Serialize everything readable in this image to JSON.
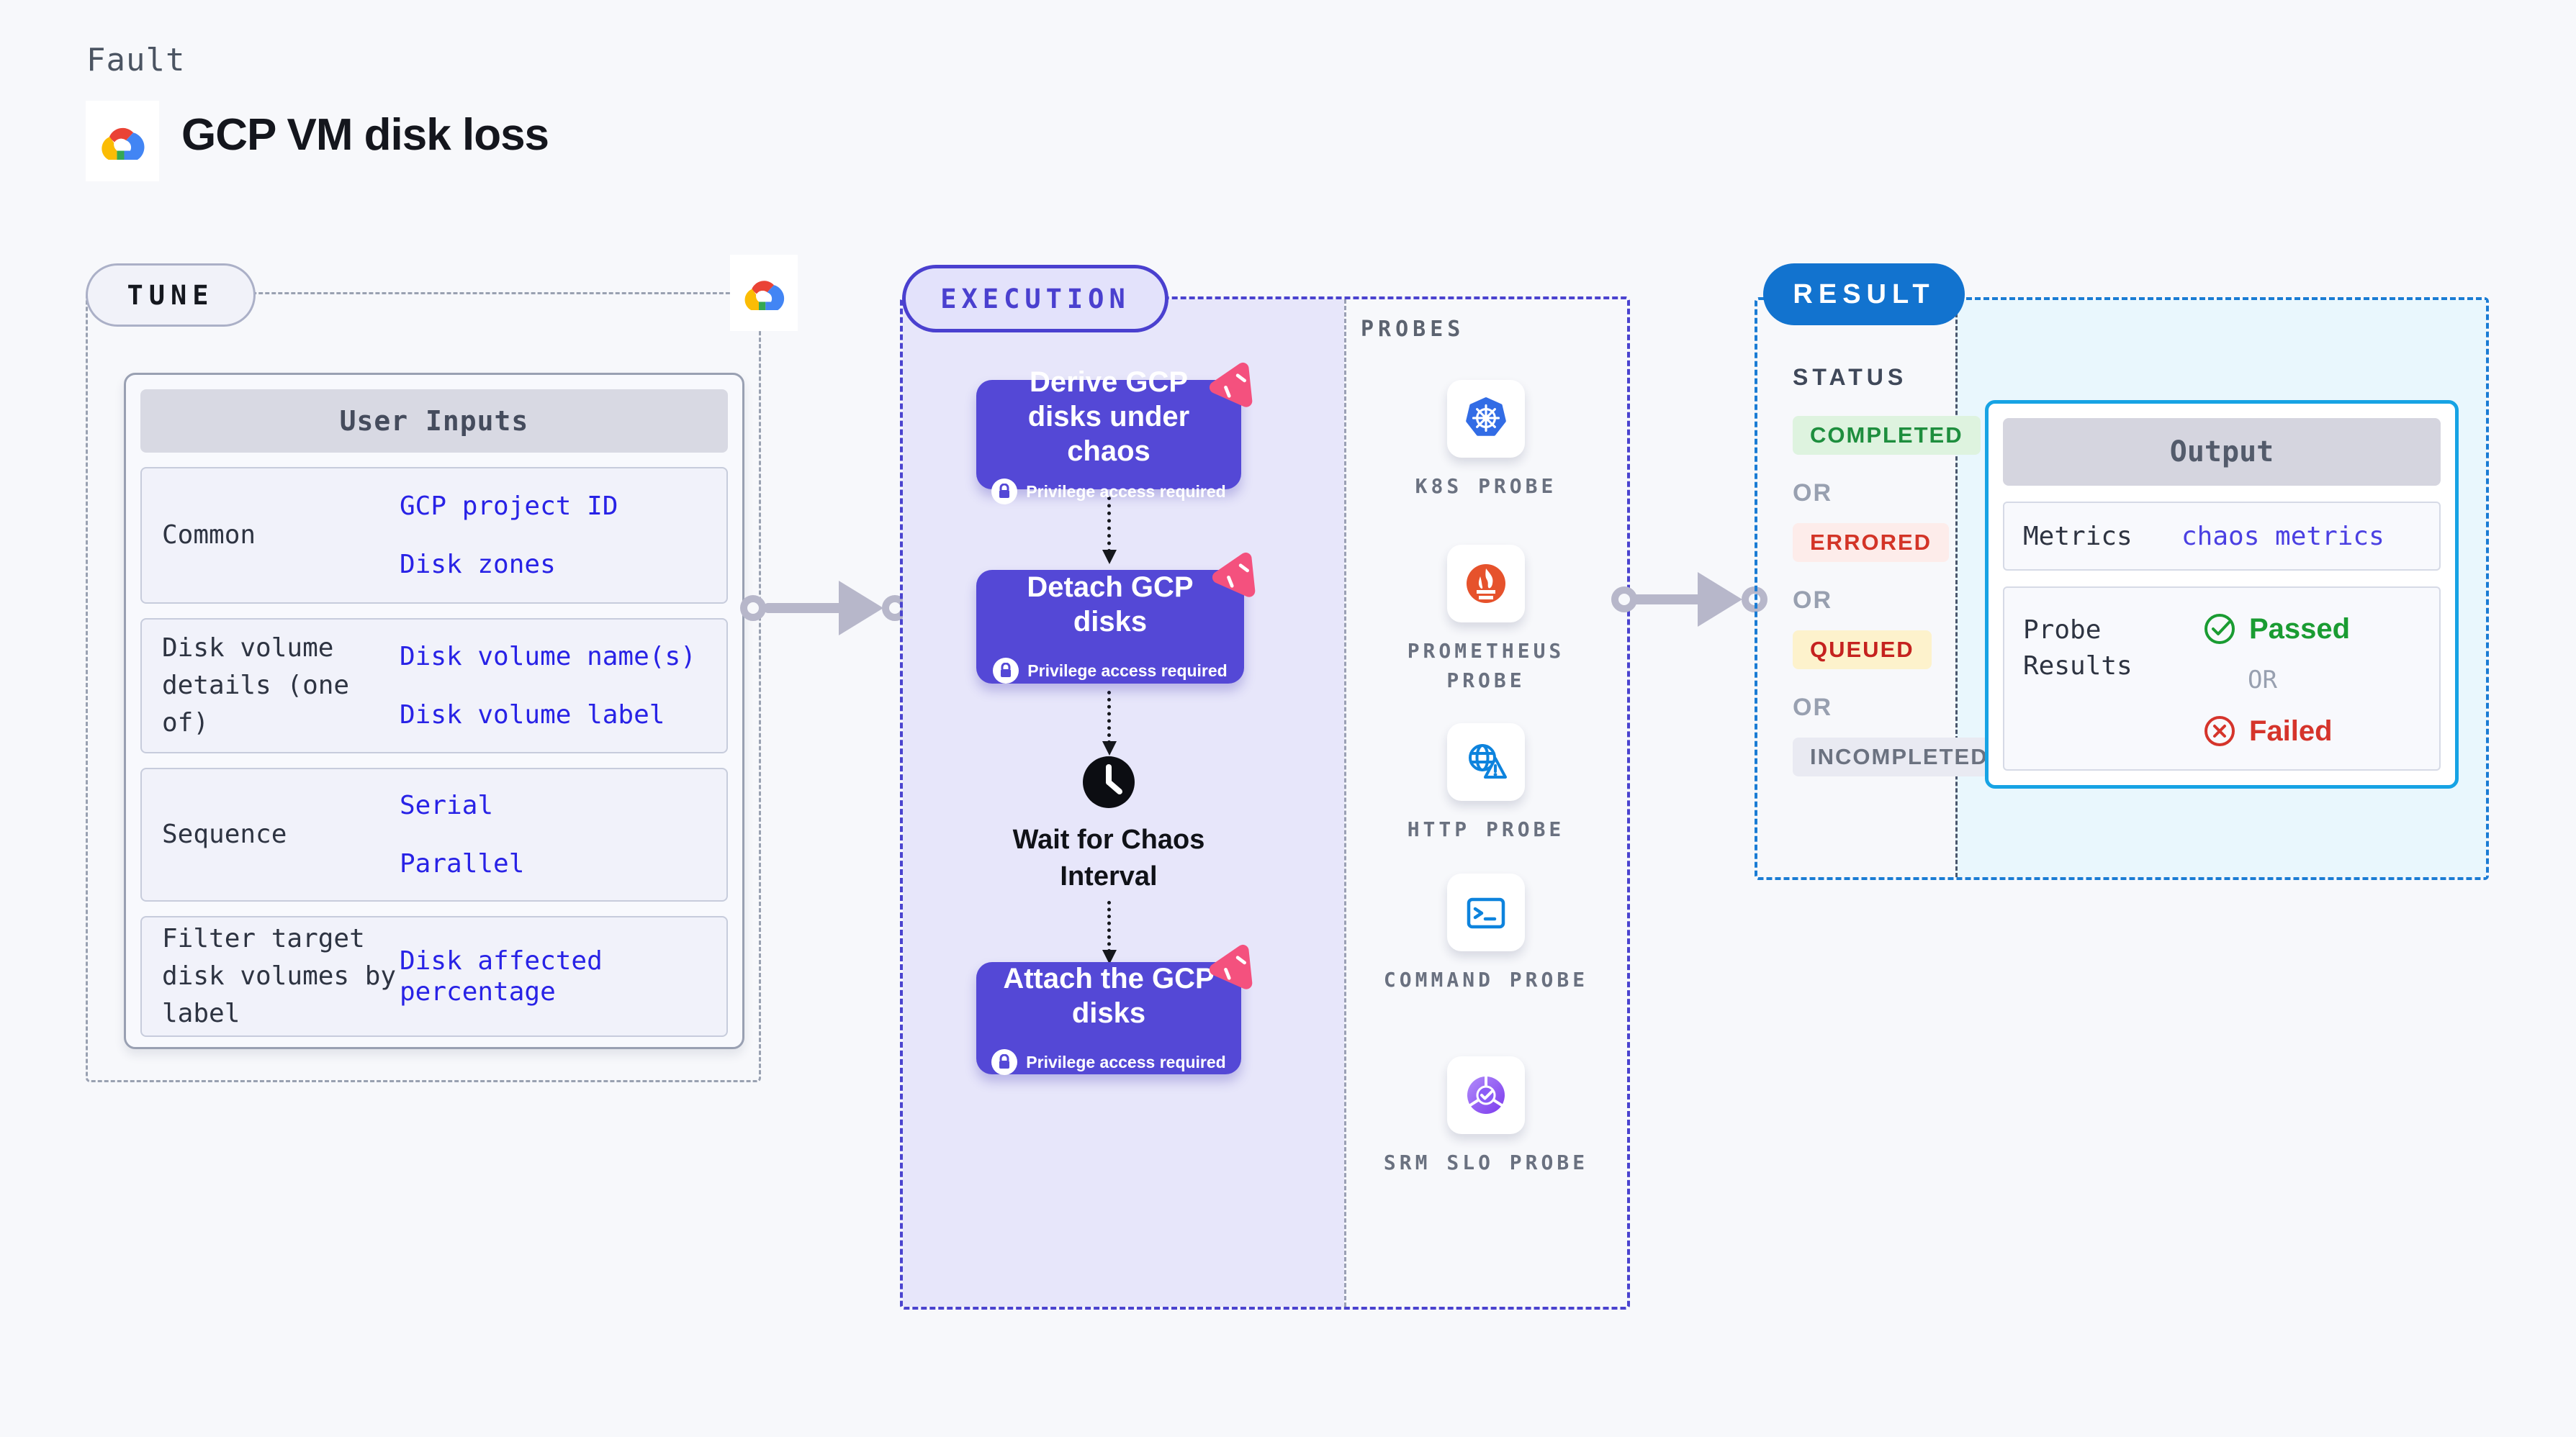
{
  "page": {
    "kicker": "Fault",
    "title": "GCP VM disk loss"
  },
  "tune": {
    "label": "TUNE",
    "user_inputs": {
      "header": "User Inputs",
      "rows": [
        {
          "label": "Common",
          "values": [
            "GCP project ID",
            "Disk zones"
          ]
        },
        {
          "label": "Disk volume details (one of)",
          "values": [
            "Disk volume name(s)",
            "Disk volume label"
          ]
        },
        {
          "label": "Sequence",
          "values": [
            "Serial",
            "Parallel"
          ]
        },
        {
          "label": "Filter target disk volumes by label",
          "values": [
            "Disk affected percentage"
          ]
        }
      ]
    }
  },
  "execution": {
    "label": "EXECUTION",
    "nodes": [
      {
        "title": "Derive GCP disks under chaos",
        "badge": "Privilege access required"
      },
      {
        "title": "Detach GCP disks",
        "badge": "Privilege access required"
      },
      {
        "title": "Attach the GCP disks",
        "badge": "Privilege access required"
      }
    ],
    "wait_label": "Wait for Chaos Interval"
  },
  "probes": {
    "label": "PROBES",
    "items": [
      {
        "name": "K8S PROBE",
        "icon": "kubernetes-icon"
      },
      {
        "name": "PROMETHEUS PROBE",
        "icon": "prometheus-icon"
      },
      {
        "name": "HTTP PROBE",
        "icon": "globe-alert-icon"
      },
      {
        "name": "COMMAND PROBE",
        "icon": "terminal-icon"
      },
      {
        "name": "SRM SLO PROBE",
        "icon": "slo-gauge-icon"
      }
    ]
  },
  "result": {
    "label": "RESULT",
    "status_label": "STATUS",
    "or_label": "OR",
    "statuses": [
      "COMPLETED",
      "ERRORED",
      "QUEUED",
      "INCOMPLETED"
    ],
    "output": {
      "header": "Output",
      "metrics_label": "Metrics",
      "metrics_value": "chaos metrics",
      "probe_results_label": "Probe Results",
      "passed_label": "Passed",
      "or_label": "OR",
      "failed_label": "Failed"
    }
  },
  "colors": {
    "accent_indigo": "#4a40cf",
    "node_fill": "#5448d6",
    "result_blue": "#1273cf",
    "output_border": "#16a3e4",
    "value_blue": "#2822e6",
    "passed_green": "#1a9c32",
    "failed_red": "#d5342b",
    "completed_fg": "#1e8e3e",
    "completed_bg": "#def3df",
    "errored_fg": "#d33427",
    "errored_bg": "#fdecea",
    "queued_fg": "#c5221f",
    "queued_bg": "#fdf2cc",
    "incompleted_fg": "#6b7280",
    "incompleted_bg": "#e9eaf2",
    "litmus_pink": "#f4517e"
  }
}
